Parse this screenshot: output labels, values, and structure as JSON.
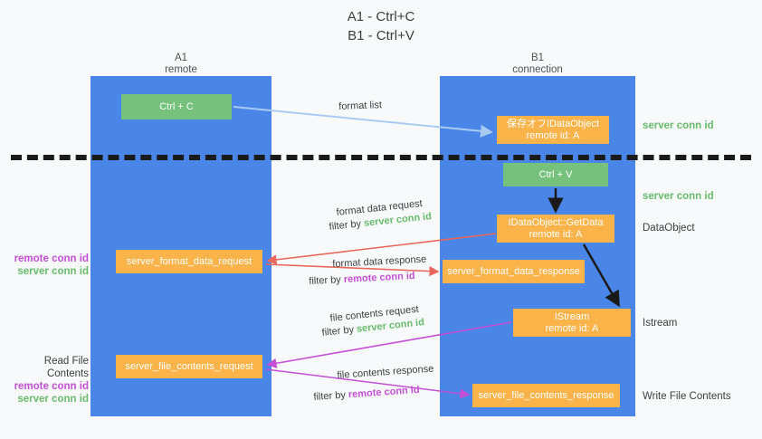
{
  "title": "A1 - Ctrl+C\nB1 - Ctrl+V",
  "columns": [
    {
      "name": "A1",
      "sub": "remote"
    },
    {
      "name": "B1",
      "sub": "connection"
    }
  ],
  "nodes": {
    "ctrl_c": "Ctrl + C",
    "ctrl_v": "Ctrl + V",
    "idataobject": "保存オフIDataObject\nremote id: A",
    "getdata": "IDataObject::GetData\nremote id: A",
    "istream": "IStream\nremote id: A",
    "server_format_data_request": "server_format_data_request",
    "server_format_data_response": "server_format_data_response",
    "server_file_contents_request": "server_file_contents_request",
    "server_file_contents_response": "server_file_contents_response"
  },
  "right_notes": {
    "server_conn_id_top": "server conn id",
    "server_conn_id_mid": "server conn id",
    "dataobject": "DataObject",
    "istream": "Istream",
    "write_file_contents": "Write File Contents"
  },
  "left_notes": {
    "format": {
      "remote": "remote conn id",
      "server": "server conn id"
    },
    "file": {
      "heading": "Read File Contents",
      "remote": "remote conn id",
      "server": "server conn id"
    }
  },
  "edges": {
    "format_list": "format list",
    "format_data_request": "format data request",
    "format_data_request_filter_prefix": "filter by ",
    "format_data_request_filter_key": "server conn id",
    "format_data_response": "format data response",
    "format_data_response_filter_prefix": "filter by ",
    "format_data_response_filter_key": "remote conn id",
    "file_contents_request": "file contents request",
    "file_contents_request_filter_prefix": "filter by ",
    "file_contents_request_filter_key": "server conn id",
    "file_contents_response": "file contents response",
    "file_contents_response_filter_prefix": "filter by ",
    "file_contents_response_filter_key": "remote conn id"
  },
  "colors": {
    "lane_blue": "#4a86e8",
    "node_green": "#76c27c",
    "node_orange": "#fcb34a",
    "server_conn_green": "#68bb6c",
    "remote_conn_purple": "#c24fd4",
    "arrow_light_blue": "#a9cbf0",
    "arrow_red": "#e8675b",
    "arrow_magenta": "#c24fd4",
    "arrow_black": "#1a1a1a",
    "background": "#f8f9fa"
  }
}
